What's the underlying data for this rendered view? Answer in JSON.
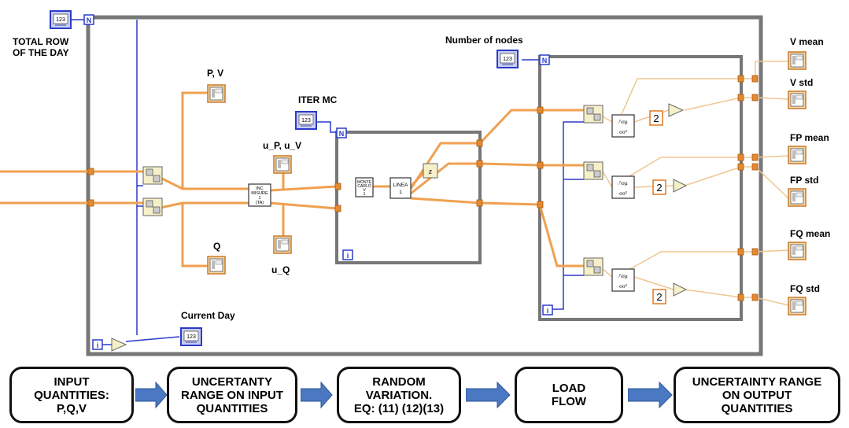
{
  "labels": {
    "total_row": "TOTAL ROW\nOF THE DAY",
    "pv": "P, V",
    "q": "Q",
    "iter_mc": "ITER MC",
    "up_uv": "u_P, u_V",
    "uq": "u_Q",
    "number_of_nodes": "Number of nodes",
    "current_day": "Current Day",
    "v_mean": "V mean",
    "v_std": "V std",
    "fp_mean": "FP mean",
    "fp_std": "FP std",
    "fq_mean": "FQ mean",
    "fq_std": "FQ std"
  },
  "nodes": {
    "inc_misure": "INC\nMISURE\n1\n(TA)",
    "monte_carlo": "MONTE\nCARLO\nV\n1",
    "linea": "LINEA\n1",
    "const_2": "2",
    "n_terminal": "N",
    "i_terminal": "i",
    "numeric": "123"
  },
  "flow": {
    "steps": [
      "INPUT\nQUANTITIES:\nP,Q,V",
      "UNCERTANTY\nRANGE ON INPUT\nQUANTITIES",
      "RANDOM\nVARIATION.\nEQ: (11) (12)(13)",
      "LOAD\nFLOW",
      "UNCERTAINTY RANGE\nON OUTPUT\nQUANTITIES"
    ]
  },
  "colors": {
    "wire_orange": "#f0a050",
    "wire_blue": "#2b3bc8",
    "indicator_fill": "#f6d7a8",
    "control_fill": "#c8cdf4",
    "arrow_blue": "#4a78c2"
  }
}
